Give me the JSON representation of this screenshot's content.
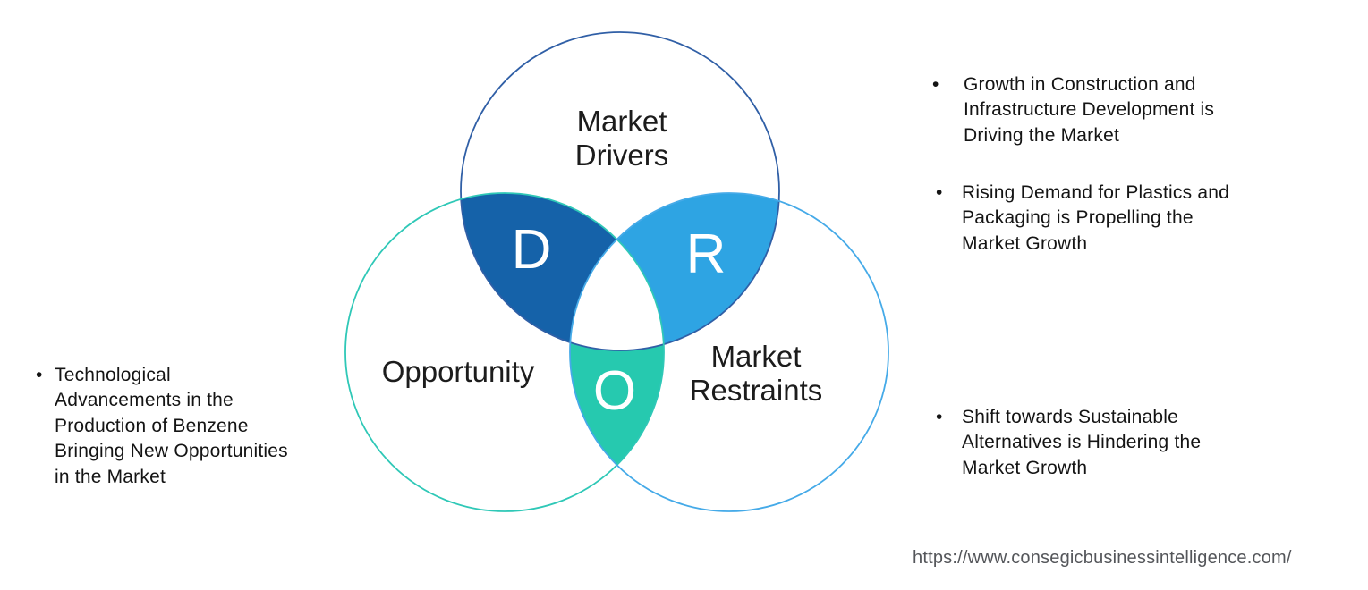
{
  "venn": {
    "drivers": {
      "label": [
        "Market",
        "Drivers"
      ],
      "letter": "D",
      "region_fill": "#1562A9",
      "circle_stroke": "#305FA6"
    },
    "opportunity": {
      "label": [
        "Opportunity"
      ],
      "letter": "O",
      "region_fill": "#26C9AF",
      "circle_stroke": "#2FC8B7"
    },
    "restraints": {
      "label": [
        "Market",
        "Restraints"
      ],
      "letter": "R",
      "region_fill": "#2EA4E3",
      "circle_stroke": "#45AAE8"
    }
  },
  "bullet_glyph": "•",
  "left_notes": [
    {
      "text": "Technological Advancements in the Production of Benzene Bringing New Opportunities in the Market",
      "lines": [
        "Technological",
        "Advancements in the",
        "Production of Benzene",
        "Bringing New Opportunities",
        "in the Market"
      ]
    }
  ],
  "right_notes": [
    {
      "text": "Growth in Construction and Infrastructure Development is Driving the Market",
      "lines": [
        "Growth in Construction and",
        "Infrastructure Development is",
        "Driving the Market"
      ]
    },
    {
      "text": "Rising Demand for Plastics and Packaging is Propelling the Market Growth",
      "lines": [
        "Rising Demand for Plastics and",
        "Packaging is Propelling the",
        "Market Growth"
      ]
    },
    {
      "text": "Shift towards Sustainable Alternatives is Hindering the Market Growth",
      "lines": [
        "Shift towards Sustainable",
        "Alternatives is Hindering the",
        "Market Growth"
      ]
    }
  ],
  "footer": {
    "url": "https://www.consegicbusinessintelligence.com/"
  }
}
